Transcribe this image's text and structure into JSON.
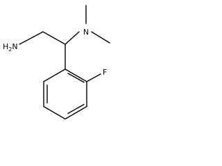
{
  "molecule": {
    "atoms": {
      "amine": {
        "symbol": "H",
        "subscript": "2",
        "element": "N"
      },
      "dimethylamino": {
        "symbol": "N"
      },
      "fluoro": {
        "symbol": "F"
      }
    }
  }
}
